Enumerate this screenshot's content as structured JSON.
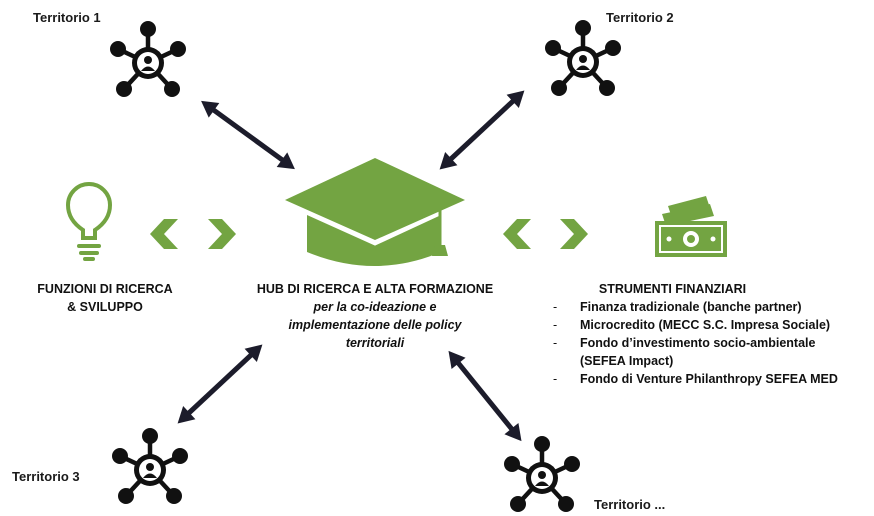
{
  "territories": {
    "t1": "Territorio 1",
    "t2": "Territorio 2",
    "t3": "Territorio 3",
    "t4": "Territorio ..."
  },
  "left": {
    "line1": "FUNZIONI DI RICERCA",
    "line2": "& SVILUPPO"
  },
  "center": {
    "title": "HUB DI RICERCA E ALTA FORMAZIONE",
    "sub1": "per la co-ideazione e",
    "sub2": "implementazione delle policy",
    "sub3": "territoriali"
  },
  "right": {
    "title": "STRUMENTI FINANZIARI",
    "dash": "-",
    "items": [
      "Finanza tradizionale (banche partner)",
      "Microcredito (MECC S.C. Impresa Sociale)",
      "Fondo d’investimento socio-ambientale",
      "Fondo di Venture Philanthropy SEFEA MED"
    ],
    "item3_cont": "(SEFEA Impact)"
  },
  "colors": {
    "green": "#73a442",
    "dark": "#1c1c2b"
  },
  "icons": {
    "network": "network-icon",
    "hub": "graduation-cap-icon",
    "research": "lightbulb-icon",
    "finance": "money-icon",
    "chevron_left": "chevron-left-icon",
    "chevron_right": "chevron-right-icon",
    "arrow": "double-arrow-icon"
  }
}
